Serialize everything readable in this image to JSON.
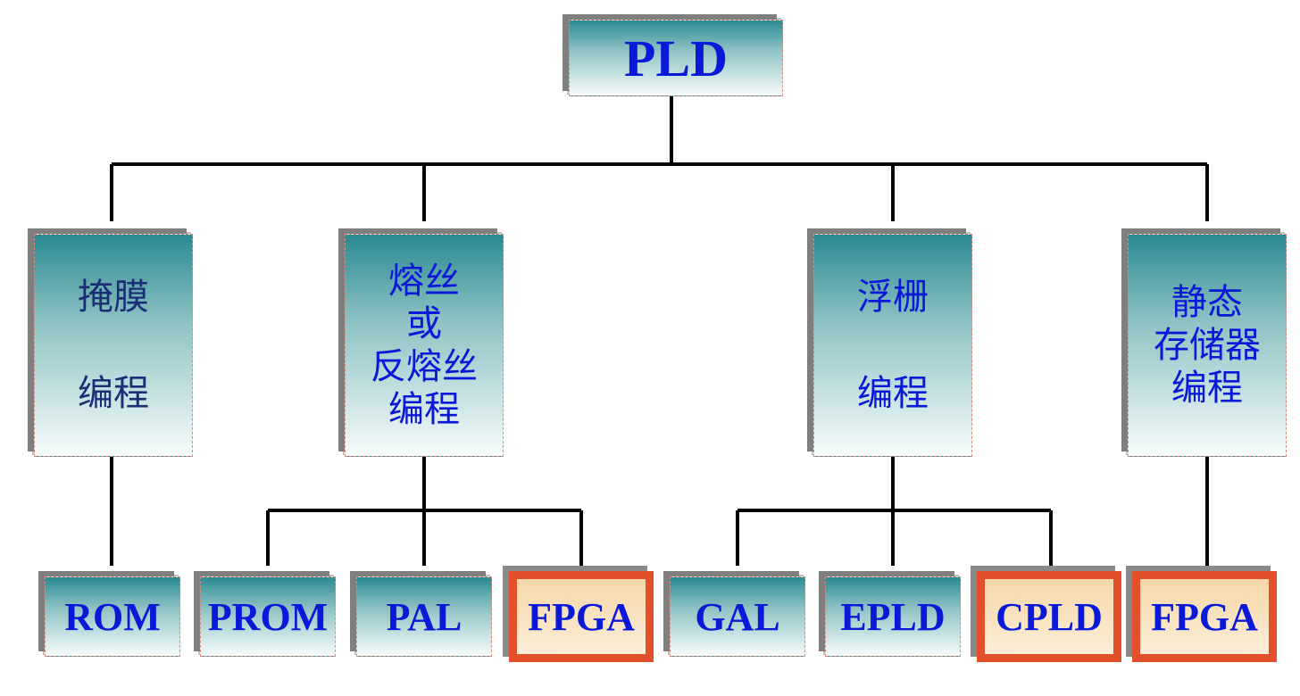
{
  "root": {
    "label": "PLD"
  },
  "categories": [
    {
      "label": "掩膜\n编程"
    },
    {
      "label": "熔丝\n或\n反熔丝\n编程"
    },
    {
      "label": "浮栅\n编程"
    },
    {
      "label": "静态\n存储器\n编程"
    }
  ],
  "leaves": [
    {
      "label": "ROM",
      "highlighted": false
    },
    {
      "label": "PROM",
      "highlighted": false
    },
    {
      "label": "PAL",
      "highlighted": false
    },
    {
      "label": "FPGA",
      "highlighted": true
    },
    {
      "label": "GAL",
      "highlighted": false
    },
    {
      "label": "EPLD",
      "highlighted": false
    },
    {
      "label": "CPLD",
      "highlighted": true
    },
    {
      "label": "FPGA",
      "highlighted": true
    }
  ],
  "colors": {
    "text": "#0a18d8",
    "text_dark": "#1a2e78",
    "highlight_border": "#e4502b",
    "box_gradient_top": "#2a8a92",
    "box_gradient_bottom": "#f7fbfb",
    "connector": "#000000"
  }
}
